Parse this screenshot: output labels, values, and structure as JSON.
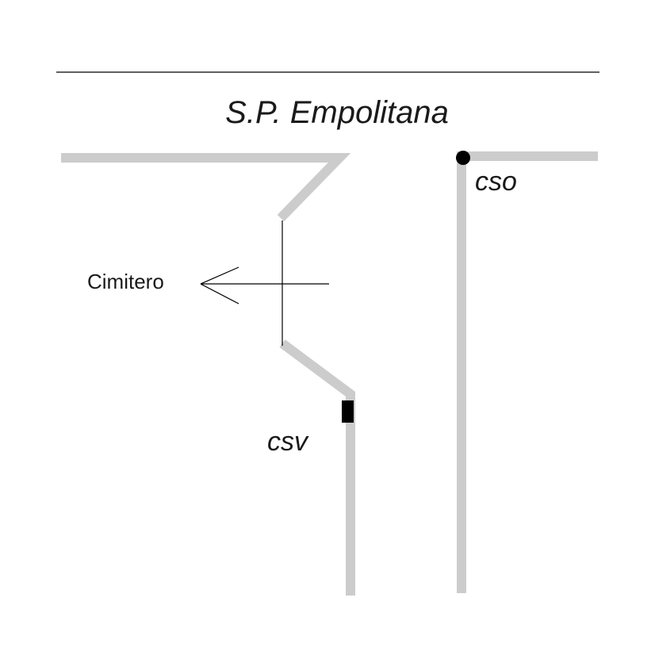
{
  "road_name": "S.P. Empolitana",
  "destination": "Cimitero",
  "markers": {
    "csv": "csv",
    "cso": "cso"
  },
  "colors": {
    "road": "#cccccc",
    "line": "#000000",
    "marker": "#000000",
    "text": "#1a1a1a"
  }
}
